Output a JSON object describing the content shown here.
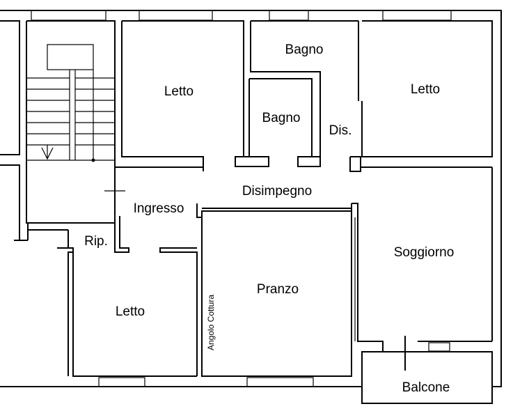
{
  "rooms": {
    "letto_top_left": "Letto",
    "bagno_top": "Bagno",
    "bagno_inner": "Bagno",
    "dis": "Dis.",
    "letto_top_right": "Letto",
    "disimpegno": "Disimpegno",
    "ingresso": "Ingresso",
    "rip": "Rip.",
    "soggiorno": "Soggiorno",
    "pranzo": "Pranzo",
    "angolo_cottura": "Angolo Cottura",
    "letto_bottom": "Letto",
    "balcone": "Balcone"
  }
}
